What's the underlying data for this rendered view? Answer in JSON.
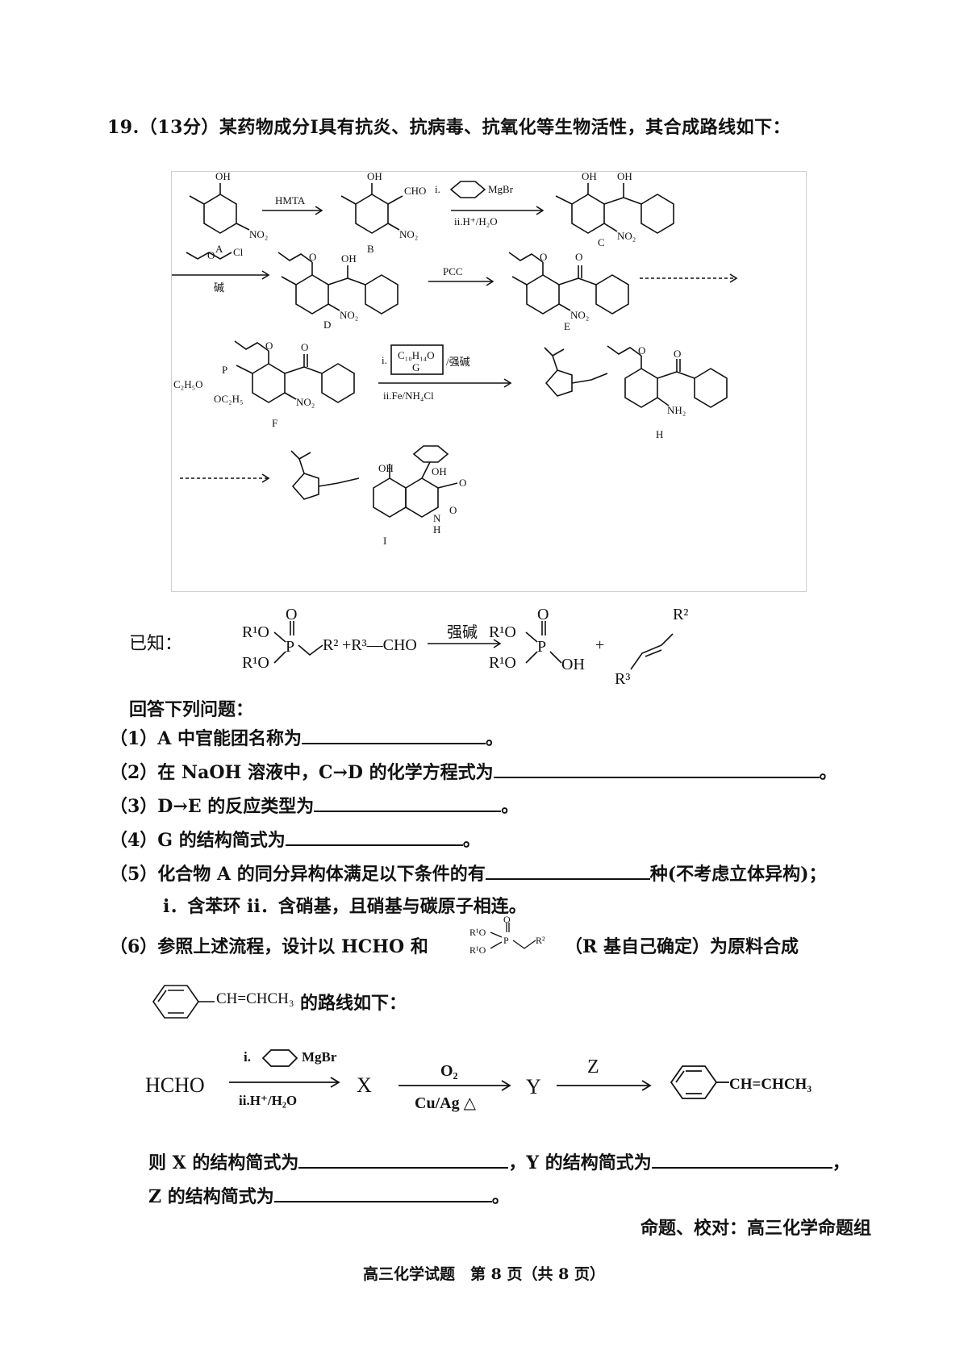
{
  "question": {
    "title": "19.（13分）某药物成分I具有抗炎、抗病毒、抗氧化等生物活性，其合成路线如下："
  },
  "scheme": {
    "labels": {
      "A": "A",
      "B": "B",
      "C": "C",
      "D": "D",
      "E": "E",
      "F": "F",
      "H": "H",
      "I": "I"
    },
    "reagents": {
      "hmta": "HMTA",
      "grignard_i": "i.",
      "grignard_mg": "MgBr",
      "grignard_ii": "ii.H⁺/H₂O",
      "base": "碱",
      "pcc": "PCC",
      "g_box": "C₁₀H₁₄O",
      "g_label": "G",
      "strong_base": "/强碱",
      "step_i": "i.",
      "step_ii": "ii.Fe/NH₄Cl"
    },
    "atoms": {
      "oh": "OH",
      "cho": "CHO",
      "no2": "NO₂",
      "cl": "Cl",
      "o": "O",
      "p": "P",
      "c2h5o": "C₂H₅O",
      "oc2h5": "OC₂H₅",
      "nh2": "NH₂",
      "nh": "N",
      "h": "H"
    }
  },
  "known": {
    "label": "已知：",
    "reagent": "强碱",
    "left": "R¹O",
    "r2": "R²",
    "r3cho": "+R³—CHO",
    "oh": "OH",
    "plus": "+",
    "r3": "R³",
    "o": "O",
    "p": "P"
  },
  "answer_intro": "回答下列问题：",
  "q1": {
    "prefix": "（1）A 中官能团名称为",
    "suffix": "。"
  },
  "q2": {
    "prefix": "（2）在 NaOH 溶液中，C→D 的化学方程式为",
    "suffix": "。"
  },
  "q3": {
    "prefix": "（3）D→E 的反应类型为",
    "suffix": "。"
  },
  "q4": {
    "prefix": "（4）G 的结构简式为",
    "suffix": "。"
  },
  "q5": {
    "prefix": "（5）化合物 A 的同分异构体满足以下条件的有",
    "suffix": "种(不考虑立体异构)；"
  },
  "q5_conditions": "i．含苯环  ii．含硝基，且硝基与碳原子相连。",
  "q6": {
    "prefix": "（6）参照上述流程，设计以 HCHO 和",
    "suffix": "（R 基自己确定）为原料合成",
    "product_text": "CH=CHCH₃",
    "route_suffix": "的路线如下："
  },
  "route": {
    "hcho": "HCHO",
    "i": "i.",
    "mgbr": "MgBr",
    "ii": "ii.H⁺/H₂O",
    "x": "X",
    "o2": "O₂",
    "cuag": "Cu/Ag △",
    "y": "Y",
    "z": "Z",
    "product": "CH=CHCH₃"
  },
  "final_q": {
    "x_prefix": "则 X 的结构简式为",
    "y_prefix": "，Y 的结构简式为",
    "y_suffix": "，",
    "z_prefix": "Z 的结构简式为",
    "z_suffix": "。"
  },
  "signature": "命题、校对：高三化学命题组",
  "page_footer": "高三化学试题　第 8 页（共 8 页）"
}
